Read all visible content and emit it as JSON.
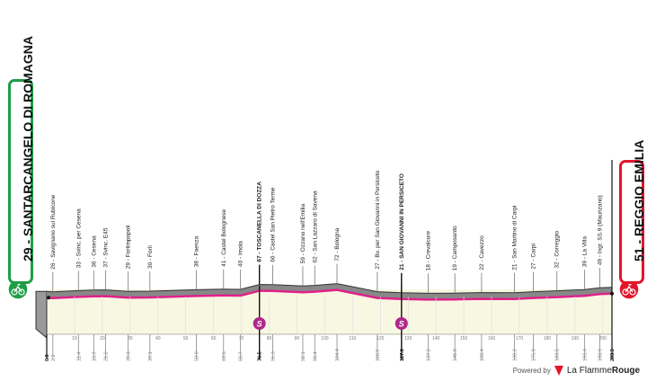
{
  "start": {
    "label": "29 - SANTARCANGELO DI ROMAGNA",
    "color": "#1e9e46",
    "icon": "cyclist-icon"
  },
  "finish": {
    "label": "51 - REGGIO EMILIA",
    "color": "#e2162b",
    "icon": "cyclist-icon"
  },
  "credit": {
    "prefix": "Powered by",
    "brand_a": "La Flamme",
    "brand_b": "Rouge",
    "logo_color": "#e2162b"
  },
  "chart_data": {
    "type": "area",
    "xlabel": "",
    "ylabel": "",
    "xlim": [
      0,
      203.3
    ],
    "x_ticks": [
      10,
      20,
      30,
      40,
      50,
      60,
      70,
      80,
      90,
      100,
      110,
      120,
      130,
      140,
      150,
      160,
      170,
      180,
      190,
      200
    ],
    "profile_color": "#888888",
    "line_color": "#e0218a",
    "sprints": [
      76.5,
      127.6
    ],
    "sprint_label": "S",
    "start_km": "0.0",
    "finish_km": "203.3",
    "points": [
      {
        "km": "0.0",
        "x": 0,
        "elev": 29,
        "name": "",
        "bold": false
      },
      {
        "km": "2.2",
        "x": 2.2,
        "elev": 26,
        "name": "Savignano sul Rubicone",
        "bold": false
      },
      {
        "km": "11.4",
        "x": 11.4,
        "elev": 33,
        "name": "Svinc. per Cesena",
        "bold": false
      },
      {
        "km": "16.9",
        "x": 16.9,
        "elev": 36,
        "name": "Cesena",
        "bold": false
      },
      {
        "km": "21.2",
        "x": 21.2,
        "elev": 37,
        "name": "Svinc. E45",
        "bold": false
      },
      {
        "km": "29.3",
        "x": 29.3,
        "elev": 29,
        "name": "Forlimpopoli",
        "bold": false
      },
      {
        "km": "37.1",
        "x": 37.1,
        "elev": 30,
        "name": "Forlì",
        "bold": false
      },
      {
        "km": "53.8",
        "x": 53.8,
        "elev": 38,
        "name": "Faenza",
        "bold": false
      },
      {
        "km": "63.6",
        "x": 63.6,
        "elev": 41,
        "name": "Castel Bolognese",
        "bold": false
      },
      {
        "km": "69.7",
        "x": 69.7,
        "elev": 40,
        "name": "Imola",
        "bold": false
      },
      {
        "km": "76.5",
        "x": 76.5,
        "elev": 67,
        "name": "TOSCANELLA DI DOZZA",
        "bold": true
      },
      {
        "km": "81.3",
        "x": 81.3,
        "elev": 66,
        "name": "Castel San Pietro Terme",
        "bold": false
      },
      {
        "km": "92.1",
        "x": 92.1,
        "elev": 59,
        "name": "Ozzano nell'Emilia",
        "bold": false
      },
      {
        "km": "96.4",
        "x": 96.4,
        "elev": 62,
        "name": "San Lazzaro di Savena",
        "bold": false
      },
      {
        "km": "104.4",
        "x": 104.4,
        "elev": 72,
        "name": "Bologna",
        "bold": false
      },
      {
        "km": "118.9",
        "x": 118.9,
        "elev": 27,
        "name": "Bv. per San Giovanni in Persiceto",
        "bold": false
      },
      {
        "km": "127.6",
        "x": 127.6,
        "elev": 21,
        "name": "SAN GIOVANNI IN PERSICETO",
        "bold": true
      },
      {
        "km": "137.2",
        "x": 137.2,
        "elev": 18,
        "name": "Crevalcore",
        "bold": false
      },
      {
        "km": "146.8",
        "x": 146.8,
        "elev": 19,
        "name": "Camposanto",
        "bold": false
      },
      {
        "km": "156.4",
        "x": 156.4,
        "elev": 22,
        "name": "Cavezzo",
        "bold": false
      },
      {
        "km": "168.2",
        "x": 168.2,
        "elev": 21,
        "name": "San Martino di Carpi",
        "bold": false
      },
      {
        "km": "175.0",
        "x": 175.0,
        "elev": 27,
        "name": "Carpi",
        "bold": false
      },
      {
        "km": "183.5",
        "x": 183.5,
        "elev": 32,
        "name": "Correggio",
        "bold": false
      },
      {
        "km": "193.4",
        "x": 193.4,
        "elev": 39,
        "name": "La Villa",
        "bold": false
      },
      {
        "km": "198.9",
        "x": 198.9,
        "elev": 49,
        "name": "Ingr. SS.9 (Maurizano)",
        "bold": false
      },
      {
        "km": "203.3",
        "x": 203.3,
        "elev": 51,
        "name": "",
        "bold": false
      }
    ]
  }
}
